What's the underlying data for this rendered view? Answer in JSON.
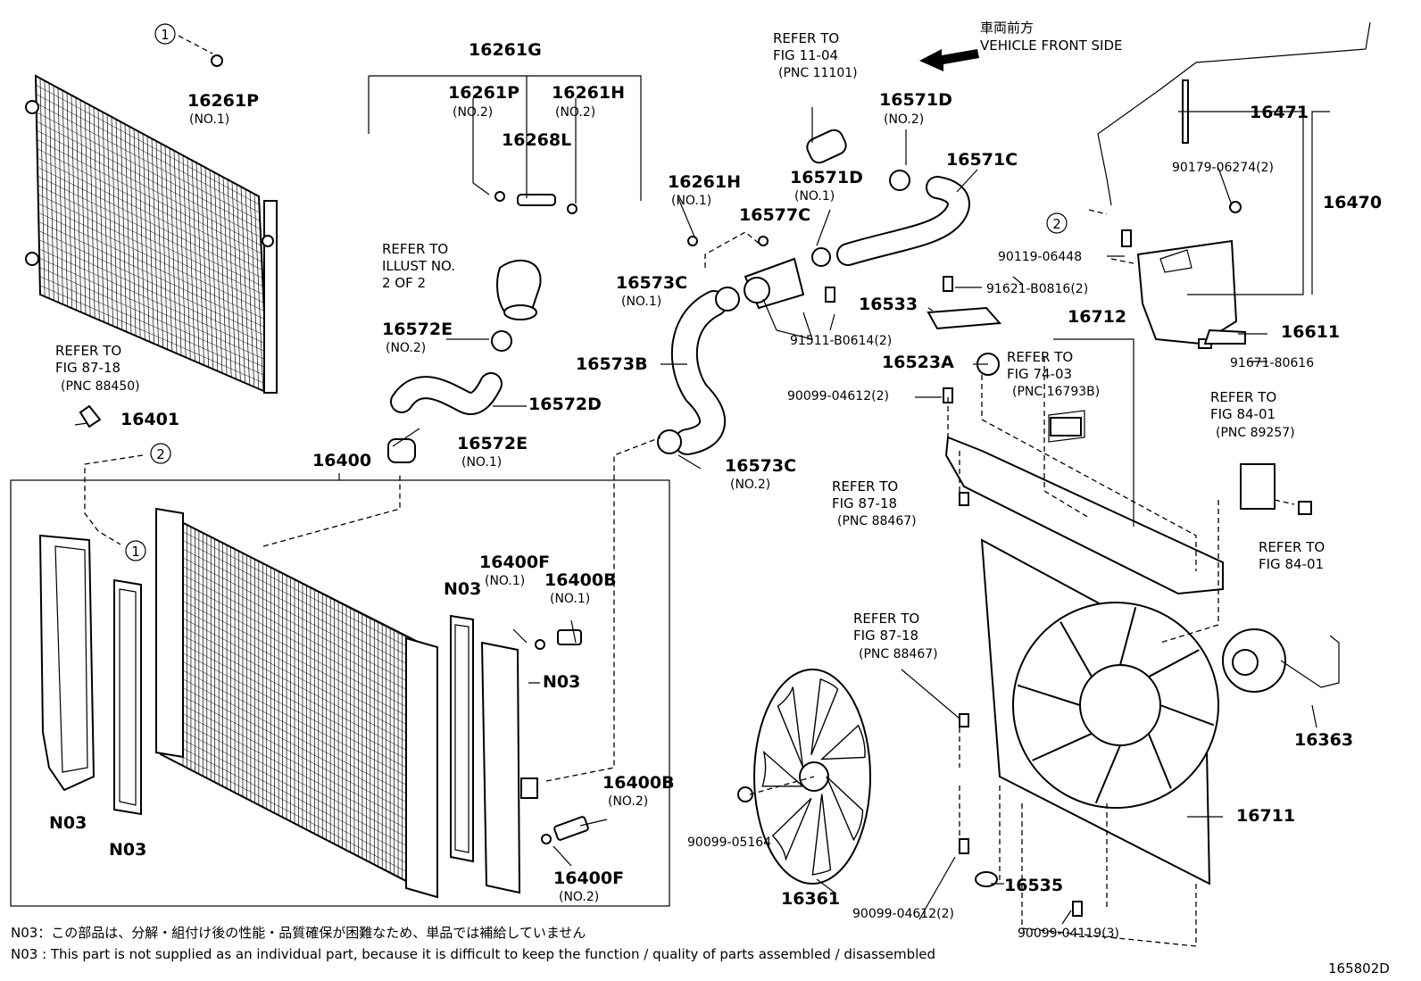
{
  "parts": {
    "p16261P_1": "16261P",
    "p16261P_1_sub": "(NO.1)",
    "p16261G": "16261G",
    "p16261P_2": "16261P",
    "p16261P_2_sub": "(NO.2)",
    "p16261H_2": "16261H",
    "p16261H_2_sub": "(NO.2)",
    "p16268L": "16268L",
    "p16261H_1": "16261H",
    "p16261H_1_sub": "(NO.1)",
    "p16571D_2": "16571D",
    "p16571D_2_sub": "(NO.2)",
    "p16571C": "16571C",
    "p16571D_1": "16571D",
    "p16571D_1_sub": "(NO.1)",
    "p16577C": "16577C",
    "p16573C_1": "16573C",
    "p16573C_1_sub": "(NO.1)",
    "p16572E_2": "16572E",
    "p16572E_2_sub": "(NO.2)",
    "p16573B": "16573B",
    "p16572D": "16572D",
    "p16572E_1": "16572E",
    "p16572E_1_sub": "(NO.1)",
    "p16573C_2": "16573C",
    "p16573C_2_sub": "(NO.2)",
    "p16401": "16401",
    "p16400": "16400",
    "p16400F_1": "16400F",
    "p16400F_1_sub": "(NO.1)",
    "p16400B_1": "16400B",
    "p16400B_1_sub": "(NO.1)",
    "p16400B_2": "16400B",
    "p16400B_2_sub": "(NO.2)",
    "p16400F_2": "16400F",
    "p16400F_2_sub": "(NO.2)",
    "p16471": "16471",
    "p90179": "90179-06274(2)",
    "p16470": "16470",
    "p90119": "90119-06448",
    "p91621": "91621-B0816(2)",
    "p16533": "16533",
    "p16712": "16712",
    "p91511": "91511-B0614(2)",
    "p16523A": "16523A",
    "p16611": "16611",
    "p91671": "91671-80616",
    "p90099_04612_a": "90099-04612(2)",
    "p16363": "16363",
    "p16711": "16711",
    "p90099_05164": "90099-05164",
    "p16361": "16361",
    "p90099_04612_b": "90099-04612(2)",
    "p16535": "16535",
    "p90099_04119": "90099-04119(3)",
    "n03_a": "N03",
    "n03_b": "N03",
    "n03_c": "N03",
    "n03_d": "N03"
  },
  "refs": {
    "fig11": [
      "REFER TO",
      "FIG 11-04",
      "(PNC 11101)"
    ],
    "illust": [
      "REFER TO",
      "ILLUST NO.",
      "2 OF 2"
    ],
    "fig87_88450": [
      "REFER TO",
      "FIG 87-18",
      "(PNC 88450)"
    ],
    "fig74": [
      "REFER TO",
      "FIG 74-03",
      "(PNC 16793B)"
    ],
    "fig84_a": [
      "REFER TO",
      "FIG 84-01",
      "(PNC 89257)"
    ],
    "fig87_88467_a": [
      "REFER TO",
      "FIG 87-18",
      "(PNC 88467)"
    ],
    "fig84_b": [
      "REFER TO",
      "FIG 84-01"
    ],
    "fig87_88467_b": [
      "REFER TO",
      "FIG 87-18",
      "(PNC 88467)"
    ]
  },
  "front": {
    "jp": "車両前方",
    "en": "VEHICLE FRONT SIDE"
  },
  "circles": {
    "one": "1",
    "two": "2"
  },
  "notes": {
    "jp": "N03：この部品は、分解・組付け後の性能・品質確保が困難なため、単品では補給していません",
    "en": "N03 : This part is not supplied as an individual part, because it is difficult to keep the function / quality of parts assembled / disassembled"
  },
  "illustration_id": "165802D"
}
